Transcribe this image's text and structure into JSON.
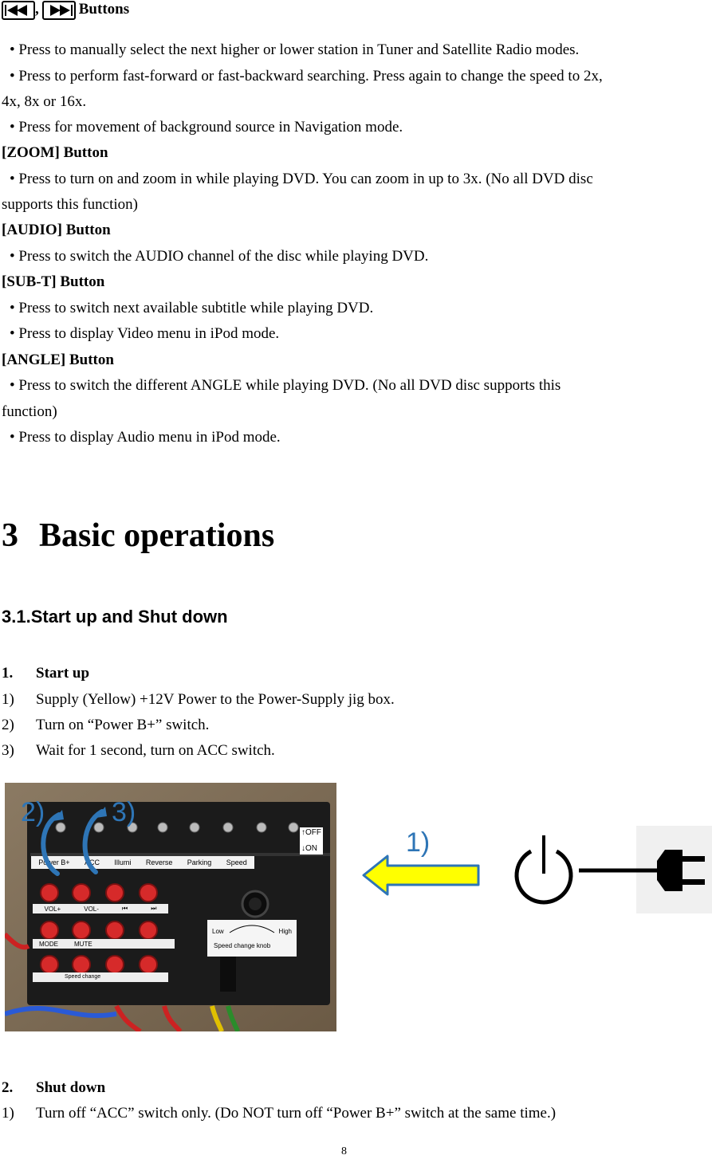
{
  "buttons_heading": {
    "icons": [
      "rewind-icon",
      "fast-forward-icon"
    ],
    "separator": ",",
    "label": "Buttons"
  },
  "skip_section": {
    "b1": "• Press to manually select the next higher or lower station in Tuner and Satellite Radio modes.",
    "b2a": "• Press to perform fast-forward or fast-backward searching. Press again to change the speed to 2x,",
    "b2b": "4x, 8x or 16x.",
    "b3": "• Press for movement of background source in Navigation mode."
  },
  "zoom": {
    "heading": "[ZOOM] Button",
    "b1a": "• Press to turn on and zoom in while playing DVD. You can zoom in up to 3x. (No all DVD disc",
    "b1b": "supports this function)"
  },
  "audio": {
    "heading": "[AUDIO] Button",
    "b1": "• Press to switch the AUDIO channel of the disc while playing DVD."
  },
  "subt": {
    "heading": "[SUB-T] Button",
    "b1": "• Press to switch next available subtitle while playing DVD.",
    "b2": "• Press to display Video menu in iPod mode."
  },
  "angle": {
    "heading": "[ANGLE] Button",
    "b1a": "• Press to switch the different ANGLE while playing DVD. (No all DVD disc supports this",
    "b1b": "function)",
    "b2": "• Press to display Audio menu in iPod mode."
  },
  "chapter": {
    "number": "3",
    "title": "Basic operations"
  },
  "section": {
    "title": "3.1.Start up and Shut down"
  },
  "startup": {
    "num": "1.",
    "heading": "Start up",
    "steps": [
      {
        "n": "1)",
        "text": "Supply (Yellow) +12V Power to the Power-Supply jig box."
      },
      {
        "n": "2)",
        "text": "Turn on “Power B+” switch."
      },
      {
        "n": "3)",
        "text": "Wait for 1 second, turn on ACC switch."
      }
    ]
  },
  "figure": {
    "callout_2": "2)",
    "callout_3": "3)",
    "callout_1": "1)",
    "switch_labels": [
      "Power B+",
      "ACC",
      "Illumi",
      "Reverse",
      "Parking",
      "Speed"
    ],
    "off_label": "↑OFF",
    "on_label": "↓ON",
    "button_labels_row1": [
      "VOL+",
      "VOL-",
      "⏮",
      "⏭"
    ],
    "button_labels_row2": [
      "MODE",
      "MUTE"
    ],
    "speed_change_label": "Speed change",
    "knob_low": "Low",
    "knob_high": "High",
    "knob_caption": "Speed change knob",
    "colors": {
      "callout": "#2e75b6",
      "arrow_fill": "#ffff00",
      "arrow_stroke": "#2e75b6",
      "board": "#1b1b1b",
      "button_red": "#d62a2a"
    }
  },
  "shutdown": {
    "num": "2.",
    "heading": "Shut down",
    "steps": [
      {
        "n": "1)",
        "text": "Turn off “ACC” switch only. (Do NOT turn off “Power B+” switch at the same time.)"
      }
    ]
  },
  "page_number": "8"
}
